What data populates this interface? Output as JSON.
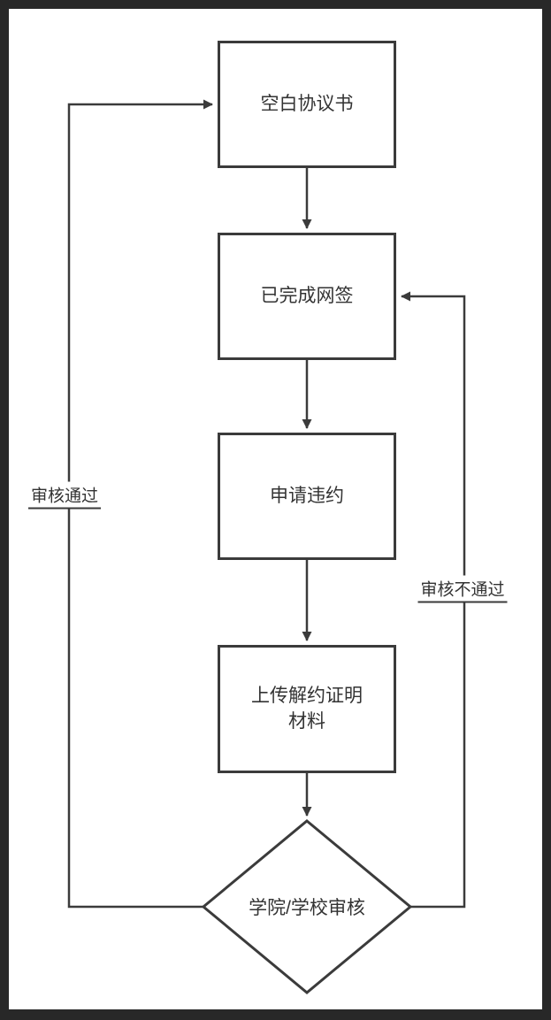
{
  "diagram": {
    "type": "flowchart",
    "colors": {
      "frame_background": "#282828",
      "canvas_background": "#ffffff",
      "stroke": "#3b3b3b",
      "node_fill": "#ffffff",
      "text": "#333333"
    },
    "nodes": [
      {
        "id": "blank-agreement",
        "shape": "rect",
        "label": "空白协议书"
      },
      {
        "id": "completed-signing",
        "shape": "rect",
        "label": "已完成网签"
      },
      {
        "id": "apply-breach",
        "shape": "rect",
        "label": "上传解约证明材料"
      },
      {
        "id": "review",
        "shape": "diamond",
        "label": "学院/学校审核"
      },
      {
        "id": "apply-breach-step",
        "shape": "rect",
        "label": "申请违约"
      }
    ],
    "node_labels": {
      "blank_agreement": "空白协议书",
      "completed_signing": "已完成网签",
      "apply_breach": "申请违约",
      "upload_proof": "上传解约证明材料",
      "review": "学院/学校审核"
    },
    "edges": [
      {
        "from": "blank_agreement",
        "to": "completed_signing",
        "label": ""
      },
      {
        "from": "completed_signing",
        "to": "apply_breach",
        "label": ""
      },
      {
        "from": "apply_breach",
        "to": "upload_proof",
        "label": ""
      },
      {
        "from": "upload_proof",
        "to": "review",
        "label": ""
      },
      {
        "from": "review",
        "to": "blank_agreement",
        "label": "审核通过"
      },
      {
        "from": "review",
        "to": "completed_signing",
        "label": "审核不通过"
      }
    ]
  }
}
